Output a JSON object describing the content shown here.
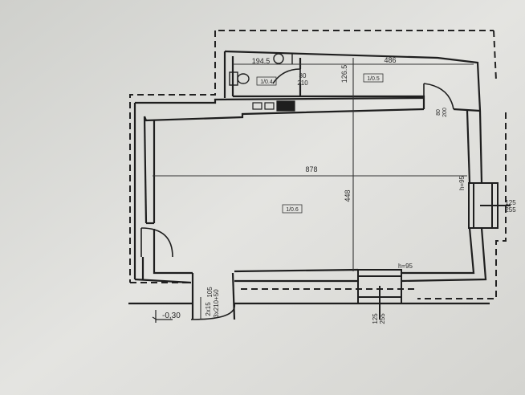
{
  "plan": {
    "rooms": [
      {
        "id": "1/0.4"
      },
      {
        "id": "1/0.5"
      },
      {
        "id": "1/0.6"
      }
    ],
    "dimensions": {
      "wc_width": "194.5",
      "hall_width": "486",
      "wc_height": "126.5",
      "main_length": "878",
      "main_height": "448"
    },
    "openings": {
      "wc_door_width": "80",
      "wc_door_height": "210",
      "side_door_width": "80",
      "side_door_height": "200",
      "entrance_width": "105",
      "entrance_height": "3x210+50",
      "entrance_extra": "2x15",
      "window_right_width": "125",
      "window_right_height": "255",
      "window_bottom_width": "125",
      "window_bottom_height": "255",
      "parapet_right": "h=95",
      "parapet_bottom": "h=95"
    },
    "level": "-0,30"
  }
}
